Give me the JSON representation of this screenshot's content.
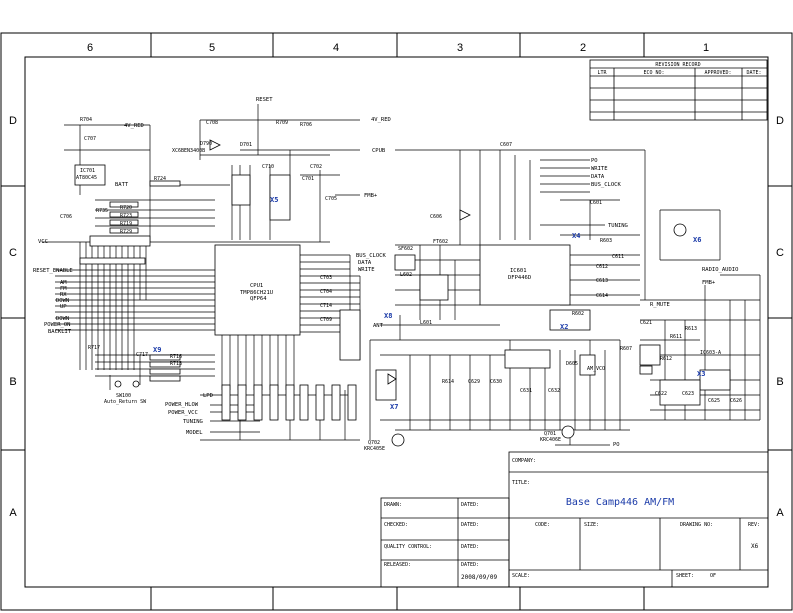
{
  "frame": {
    "columns": [
      "6",
      "5",
      "4",
      "3",
      "2",
      "1"
    ],
    "rows": [
      "D",
      "C",
      "B",
      "A"
    ]
  },
  "revision": {
    "heading": "REVISION RECORD",
    "columns": [
      "LTR",
      "ECO NO:",
      "APPROVED:",
      "DATE:"
    ]
  },
  "title_block": {
    "company_label": "COMPANY:",
    "title_label": "TITLE:",
    "title": "Base Camp446 AM/FM",
    "code_label": "CODE:",
    "size_label": "SIZE:",
    "drawing_no_label": "DRAWING NO:",
    "rev_label": "REV:",
    "rev_value": "X6",
    "drawn_label": "DRAWN:",
    "checked_label": "CHECKED:",
    "quality_label": "QUALITY CONTROL:",
    "released_label": "RELEASED:",
    "dated_label": "DATED:",
    "release_date": "2008/09/09",
    "scale_label": "SCALE:",
    "sheet_label": "SHEET:",
    "of_label": "OF"
  },
  "nets": {
    "reset": "RESET",
    "v4_red_left": "4V_RED",
    "v4_red_top": "4V_RED",
    "batt": "BATT",
    "vcc": "VCC",
    "cpub": "CPUB",
    "fmb_top": "FMB+",
    "fmb_right": "FMB+",
    "bus_clock_mid": "BUS_CLOCK",
    "data_mid": "DATA",
    "write_mid": "WRITE",
    "po_top": "PO",
    "write_top": "WRITE",
    "data_top": "DATA",
    "bus_clock_top": "BUS_CLOCK",
    "tuning": "TUNING",
    "radio_audio": "RADIO_AUDIO",
    "r_mute": "R_MUTE",
    "ant": "ANT",
    "po_bottom": "PO",
    "left_inputs": [
      "RESET_ENABLE",
      "AM",
      "FM",
      "RX",
      "DOWN",
      "UP",
      "DOWN",
      "POWER_ON",
      "BACKLIT"
    ],
    "bottom_labels": [
      "LPD",
      "POWER_HLOW",
      "POWER_VCC",
      "TUNING",
      "MODEL"
    ]
  },
  "parts": {
    "cpu_ref": "CPU1",
    "cpu_part": "TMP86CH21U",
    "cpu_pkg": "QFP64",
    "ic_ref": "IC601",
    "ic_part": "DFP446D",
    "reg_ref": "IC701",
    "reg_part": "AT80C45",
    "sw_ref": "SW100",
    "sw_name": "Auto_Return SW",
    "q_bottom_ref": "Q702",
    "q_bottom_part": "KRC405E",
    "q_mid_ref": "Q701",
    "q_mid_part": "KRC406E",
    "diode_ref": "D790",
    "diode_part": "XC6BEN3400B",
    "x6_ref": "X6",
    "x3_ref": "X3",
    "x2_ref": "X2",
    "x4_ref": "X4",
    "x8_ref": "X8",
    "x5_ref": "X5",
    "x9_ref": "X9",
    "x7_ref": "X7",
    "ic603_ref": "IC603-A",
    "am_vco": "AM_VCO"
  },
  "components": [
    "R704",
    "C707",
    "C706",
    "R724",
    "R735",
    "R720",
    "R723",
    "R719",
    "R729",
    "C717",
    "R716",
    "R713",
    "R717",
    "C708",
    "R709",
    "D701",
    "R706",
    "C710",
    "C701",
    "C702",
    "C703",
    "C704",
    "C714",
    "C709",
    "C705",
    "L601",
    "C606",
    "C607",
    "C601",
    "C611",
    "C612",
    "C613",
    "C614",
    "R602",
    "R603",
    "R607",
    "C621",
    "C622",
    "C623",
    "C625",
    "C626",
    "R611",
    "R612",
    "R613",
    "L602",
    "SF602",
    "FT602",
    "R614",
    "C629",
    "C630",
    "D605",
    "C631",
    "C632"
  ]
}
